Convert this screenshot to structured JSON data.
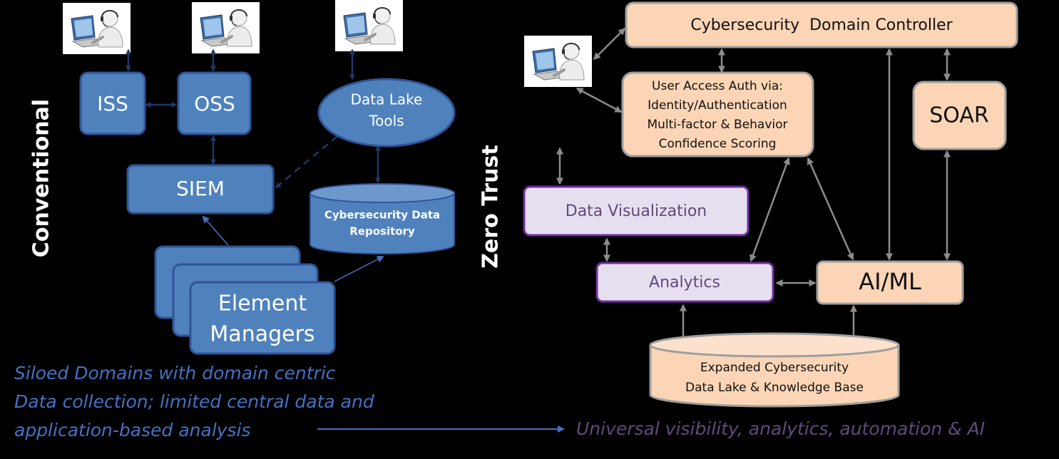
{
  "left": {
    "section_label": "Conventional",
    "nodes": {
      "iss": "ISS",
      "oss": "OSS",
      "siem": "SIEM",
      "data_lake_tools": [
        "Data Lake",
        "Tools"
      ],
      "repository": [
        "Cybersecurity Data",
        "Repository"
      ],
      "element_managers": [
        "Element",
        "Managers"
      ]
    },
    "caption": [
      "Siloed Domains with domain centric",
      "Data collection; limited central data and",
      "application-based analysis"
    ]
  },
  "right": {
    "section_label": "Zero Trust",
    "nodes": {
      "domain_controller": "Cybersecurity  Domain Controller",
      "user_access": [
        "User Access Auth via:",
        "Identity/Authentication",
        "Multi-factor & Behavior",
        "Confidence Scoring"
      ],
      "soar": "SOAR",
      "data_visualization": "Data Visualization",
      "analytics": "Analytics",
      "ai_ml": "AI/ML",
      "data_lake": [
        "Expanded Cybersecurity",
        "Data Lake & Knowledge Base"
      ]
    },
    "caption": "Universal visibility, analytics, automation & AI"
  },
  "colors": {
    "background": "#000000",
    "blue_box": "#4F81BD",
    "blue_border": "#2F5597",
    "blue_caption": "#4472C4",
    "peach_box": "#FBD5B5",
    "peach_border": "#9E9E9E",
    "lavender_box": "#E6DFF0",
    "purple_border": "#7030A0",
    "purple_text": "#604A7B",
    "gray_arrow": "#8C8C8C",
    "navy_arrow": "#1F3864"
  },
  "icons": [
    "user-at-laptop-icon"
  ]
}
